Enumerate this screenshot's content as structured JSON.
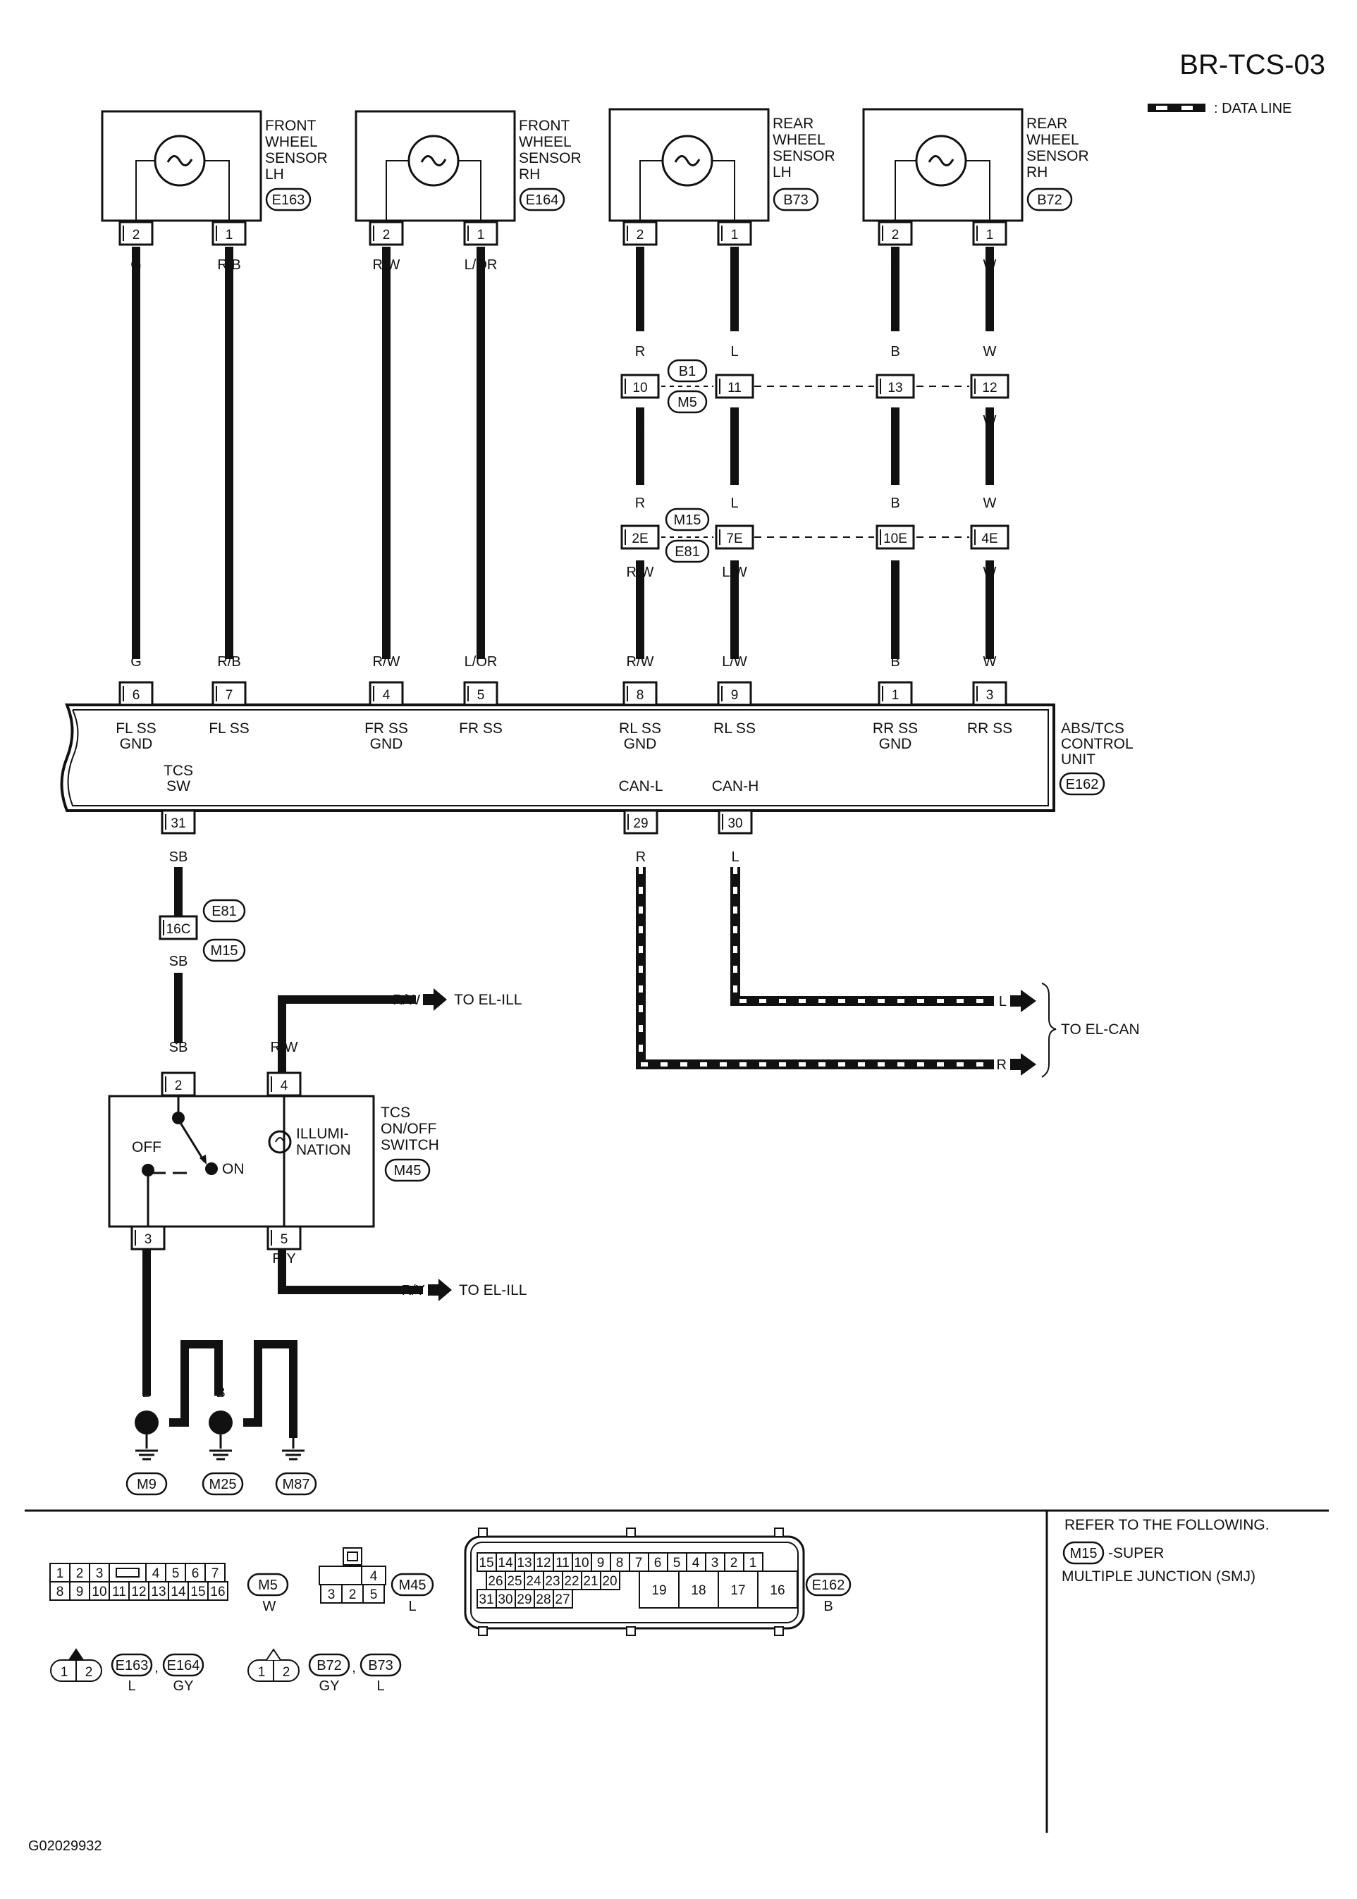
{
  "page": {
    "id": "BR-TCS-03",
    "data_line_legend": ": DATA LINE",
    "figure_code": "G02029932"
  },
  "sensors": [
    {
      "name": [
        "FRONT",
        "WHEEL",
        "SENSOR",
        "LH"
      ],
      "connector": "E163",
      "pins": [
        "2",
        "1"
      ],
      "wires": [
        "G",
        "R/B"
      ]
    },
    {
      "name": [
        "FRONT",
        "WHEEL",
        "SENSOR",
        "RH"
      ],
      "connector": "E164",
      "pins": [
        "2",
        "1"
      ],
      "wires": [
        "R/W",
        "L/OR"
      ]
    },
    {
      "name": [
        "REAR",
        "WHEEL",
        "SENSOR",
        "LH"
      ],
      "connector": "B73",
      "pins": [
        "2",
        "1"
      ],
      "wires": [
        "R",
        "L"
      ]
    },
    {
      "name": [
        "REAR",
        "WHEEL",
        "SENSOR",
        "RH"
      ],
      "connector": "B72",
      "pins": [
        "2",
        "1"
      ],
      "wires": [
        "B",
        "W"
      ]
    }
  ],
  "junction_b1_m5": {
    "top": "B1",
    "bottom": "M5",
    "pins": [
      "10",
      "11",
      "13",
      "12"
    ]
  },
  "junction_m15_e81": {
    "top": "M15",
    "bottom": "E81",
    "pins": [
      "2E",
      "7E",
      "10E",
      "4E"
    ],
    "wires_below": [
      "R/W",
      "L/W",
      "B",
      "W"
    ]
  },
  "control_unit": {
    "name": [
      "ABS/TCS",
      "CONTROL",
      "UNIT"
    ],
    "connector": "E162",
    "top_pins": [
      "6",
      "7",
      "4",
      "5",
      "8",
      "9",
      "1",
      "3"
    ],
    "top_wires": [
      "G",
      "R/B",
      "R/W",
      "L/OR",
      "R/W",
      "L/W",
      "B",
      "W"
    ],
    "top_labels": [
      [
        "FL SS",
        "GND"
      ],
      [
        "FL SS"
      ],
      [
        "FR SS",
        "GND"
      ],
      [
        "FR SS"
      ],
      [
        "RL SS",
        "GND"
      ],
      [
        "RL SS"
      ],
      [
        "RR SS",
        "GND"
      ],
      [
        "RR SS"
      ]
    ],
    "bottom_pins": [
      "31",
      "29",
      "30"
    ],
    "bottom_labels": [
      [
        "TCS",
        "SW"
      ],
      [
        "CAN-L"
      ],
      [
        "CAN-H"
      ]
    ]
  },
  "tcs_circuit": {
    "wire_31": "SB",
    "junction_pin": "16C",
    "junction_top": "E81",
    "junction_bottom": "M15",
    "wire_after_junction": "SB",
    "wire_to_pin2": "SB",
    "switch_name": [
      "TCS",
      "ON/OFF",
      "SWITCH"
    ],
    "switch_connector": "M45",
    "switch_pins": [
      "2",
      "4",
      "3",
      "5"
    ],
    "switch_off": "OFF",
    "switch_on": "ON",
    "illumination": [
      "ILLUMI-",
      "NATION"
    ],
    "wire_pin4": "R/W",
    "wire_pin5": "R/Y",
    "wire_pin3": "B",
    "to_ell_top_wire": "R/W",
    "to_ell_top_text": "TO EL-ILL",
    "to_ell_bottom_wire": "R/Y",
    "to_ell_bottom_text": "TO EL-ILL"
  },
  "can": {
    "wire_l": "R",
    "wire_h": "L",
    "out_l": "L",
    "out_r": "R",
    "to_text": "TO EL-CAN"
  },
  "grounds": {
    "wires": [
      "B",
      "B",
      "B",
      "B",
      "B"
    ],
    "labels": [
      "M9",
      "M25",
      "M87"
    ]
  },
  "connector_views": {
    "m5": {
      "top_row": [
        "1",
        "2",
        "3",
        "4",
        "5",
        "6",
        "7"
      ],
      "bottom_row": [
        "8",
        "9",
        "10",
        "11",
        "12",
        "13",
        "14",
        "15",
        "16"
      ],
      "label": "M5",
      "color": "W"
    },
    "m45": {
      "top": "4",
      "bottom": [
        "3",
        "2",
        "5"
      ],
      "label": "M45",
      "color": "L"
    },
    "e162": {
      "row1": [
        "15",
        "14",
        "13",
        "12",
        "11",
        "10",
        "9",
        "8",
        "7",
        "6",
        "5",
        "4",
        "3",
        "2",
        "1"
      ],
      "row2": [
        "26",
        "25",
        "24",
        "23",
        "22",
        "21",
        "20"
      ],
      "row3": [
        "31",
        "30",
        "29",
        "28",
        "27"
      ],
      "big": [
        "19",
        "18",
        "17",
        "16"
      ],
      "label": "E162",
      "color": "B"
    },
    "sensor_front": {
      "pins": [
        "1",
        "2"
      ],
      "labels": [
        "E163",
        "E164"
      ],
      "colors": [
        "L",
        "GY"
      ],
      "sep": ","
    },
    "sensor_rear": {
      "pins": [
        "1",
        "2"
      ],
      "labels": [
        "B72",
        "B73"
      ],
      "colors": [
        "GY",
        "L"
      ],
      "sep": ","
    }
  },
  "refer": {
    "line1": "REFER TO THE FOLLOWING.",
    "badge": "M15",
    "line2": "-SUPER",
    "line3": "MULTIPLE JUNCTION (SMJ)"
  }
}
